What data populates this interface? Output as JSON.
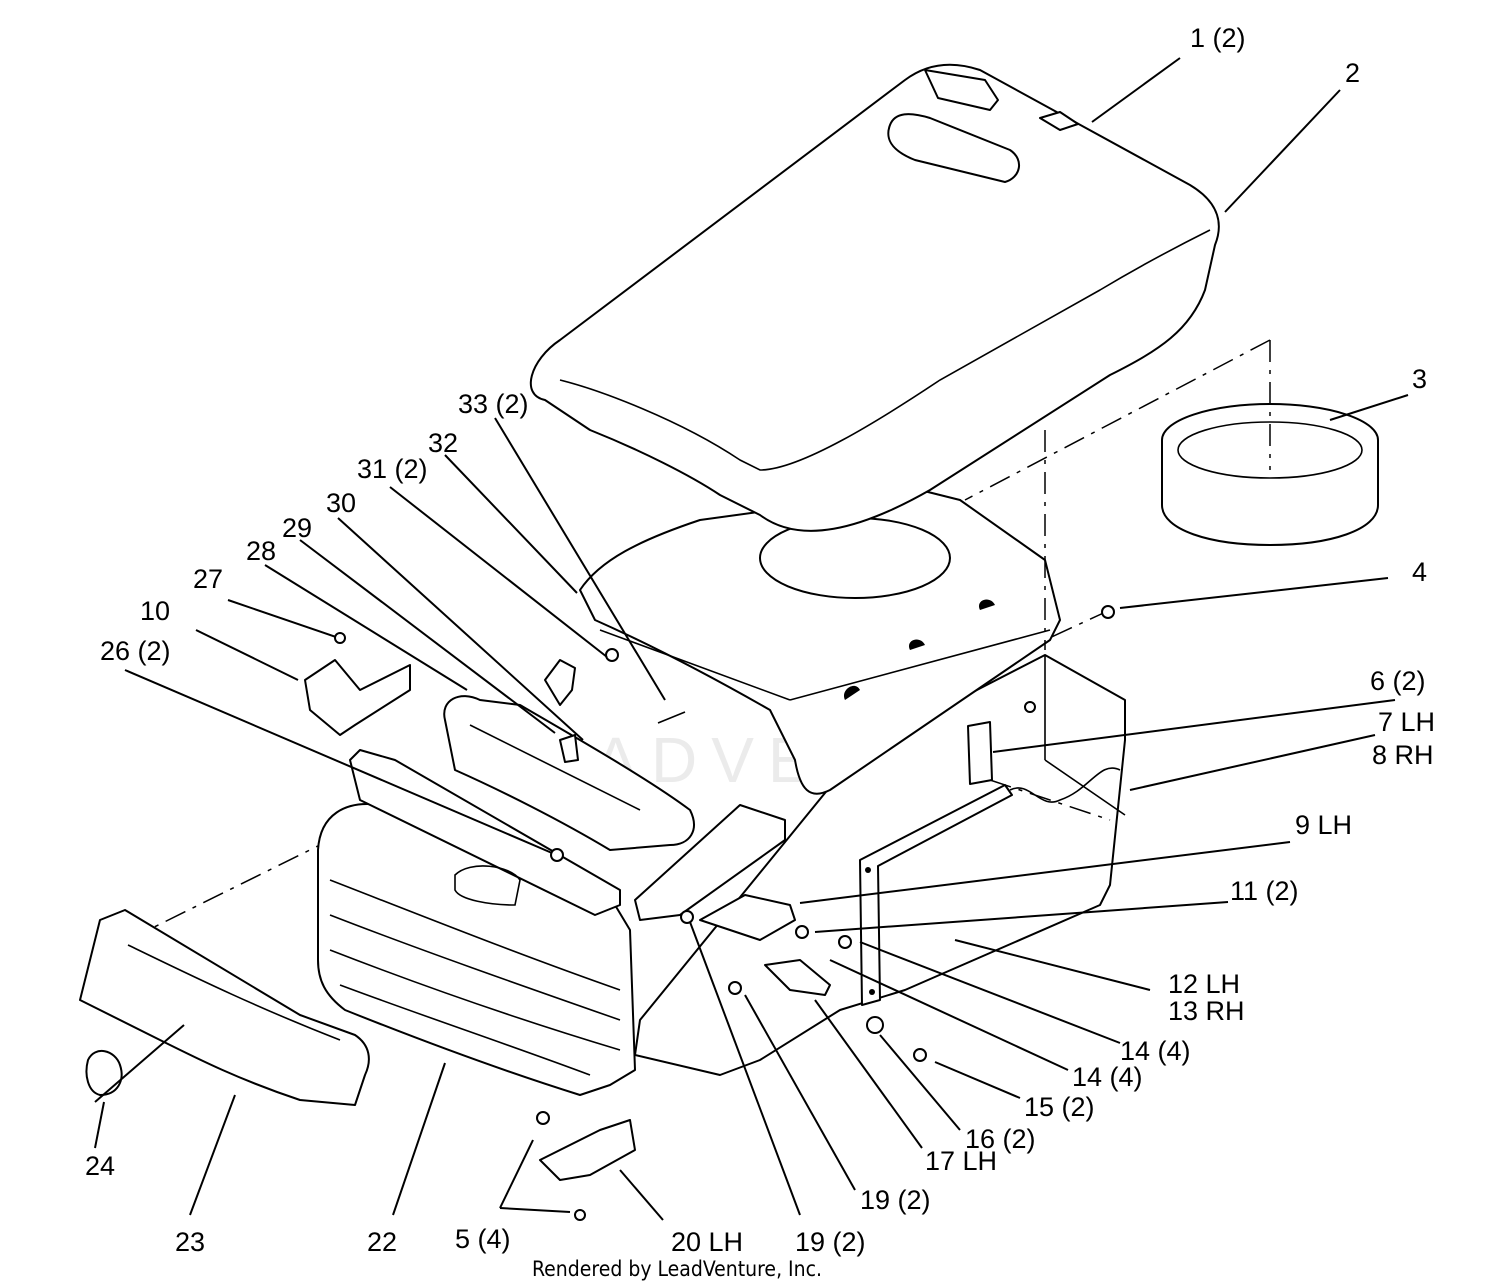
{
  "diagram": {
    "callouts": [
      {
        "id": "c1",
        "text": "1 (2)"
      },
      {
        "id": "c2",
        "text": "2"
      },
      {
        "id": "c3",
        "text": "3"
      },
      {
        "id": "c4",
        "text": "4"
      },
      {
        "id": "c6",
        "text": "6 (2)"
      },
      {
        "id": "c7",
        "text": "7 LH"
      },
      {
        "id": "c8",
        "text": "8 RH"
      },
      {
        "id": "c9",
        "text": "9 LH"
      },
      {
        "id": "c10",
        "text": "10"
      },
      {
        "id": "c11",
        "text": "11 (2)"
      },
      {
        "id": "c12",
        "text": "12 LH"
      },
      {
        "id": "c13",
        "text": "13 RH"
      },
      {
        "id": "c14a",
        "text": "14 (4)"
      },
      {
        "id": "c14b",
        "text": "14 (4)"
      },
      {
        "id": "c15",
        "text": "15 (2)"
      },
      {
        "id": "c16",
        "text": "16 (2)"
      },
      {
        "id": "c17",
        "text": "17 LH"
      },
      {
        "id": "c19a",
        "text": "19 (2)"
      },
      {
        "id": "c19b",
        "text": "19 (2)"
      },
      {
        "id": "c20",
        "text": "20 LH"
      },
      {
        "id": "c22",
        "text": "22"
      },
      {
        "id": "c23",
        "text": "23"
      },
      {
        "id": "c24",
        "text": "24"
      },
      {
        "id": "c5",
        "text": "5 (4)"
      },
      {
        "id": "c26",
        "text": "26 (2)"
      },
      {
        "id": "c27",
        "text": "27"
      },
      {
        "id": "c28",
        "text": "28"
      },
      {
        "id": "c29",
        "text": "29"
      },
      {
        "id": "c30",
        "text": "30"
      },
      {
        "id": "c31",
        "text": "31 (2)"
      },
      {
        "id": "c32",
        "text": "32"
      },
      {
        "id": "c33",
        "text": "33 (2)"
      }
    ],
    "watermark": "LEADVENTURE",
    "footer": "Rendered by LeadVenture, Inc."
  }
}
